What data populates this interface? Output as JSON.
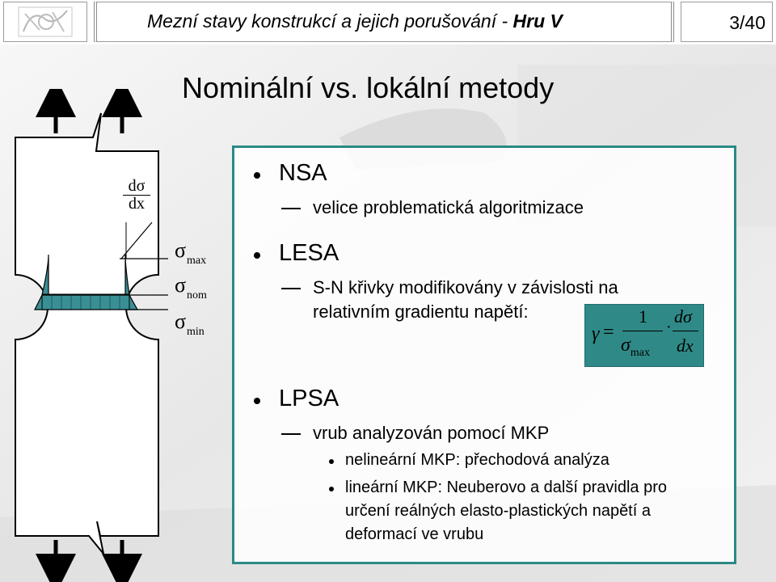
{
  "header": {
    "title_main": "Mezní stavy konstrukcí a jejich porušování - ",
    "title_author": "Hru V",
    "page": "3/40"
  },
  "slide_title": "Nominální vs. lokální metody",
  "specimen": {
    "deriv_num": "dσ",
    "deriv_den": "dx",
    "labels": [
      {
        "symbol": "σ",
        "sub": "max"
      },
      {
        "symbol": "σ",
        "sub": "nom"
      },
      {
        "symbol": "σ",
        "sub": "min"
      }
    ]
  },
  "content": {
    "nsa": "NSA",
    "nsa_sub": "velice problematická algoritmizace",
    "lesa": "LESA",
    "lesa_sub_1": "S-N křivky modifikovány v závislosti na",
    "lesa_sub_2": "relativním gradientu napětí:",
    "lpsa": "LPSA",
    "lpsa_sub": "vrub analyzován pomocí MKP",
    "lpsa_b1": "nelineární MKP: přechodová analýza",
    "lpsa_b2_1": "lineární MKP: Neuberovo a další pravidla pro",
    "lpsa_b2_2": "určení reálných elasto-plastických napětí a",
    "lpsa_b2_3": "deformací ve vrubu"
  },
  "formula": {
    "lhs": "γ",
    "eq": "=",
    "num1": "1",
    "den1": "σ",
    "den1_sub": "max",
    "dot": "·",
    "num2": "dσ",
    "den2": "dx"
  },
  "colors": {
    "accent": "#2a8a86",
    "formula_bg": "#2f8a87",
    "specimen_fill": "#3a8f95"
  }
}
